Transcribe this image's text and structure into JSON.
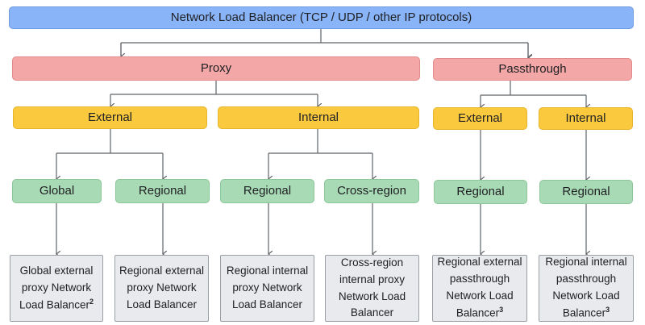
{
  "root": {
    "label": "Network Load Balancer (TCP / UDP / other IP protocols)"
  },
  "categories": {
    "proxy": {
      "label": "Proxy"
    },
    "passthrough": {
      "label": "Passthrough"
    }
  },
  "scopes": {
    "proxy_external": "External",
    "proxy_internal": "Internal",
    "pass_external": "External",
    "pass_internal": "Internal"
  },
  "regions": {
    "proxy_ext_global": "Global",
    "proxy_ext_regional": "Regional",
    "proxy_int_regional": "Regional",
    "proxy_int_cross": "Cross-region",
    "pass_ext_regional": "Regional",
    "pass_int_regional": "Regional"
  },
  "leaves": {
    "global_external_proxy": {
      "label": "Global external proxy Network Load Balancer",
      "note": "2"
    },
    "regional_external_proxy": {
      "label": "Regional external proxy Network Load Balancer"
    },
    "regional_internal_proxy": {
      "label": "Regional internal proxy Network Load Balancer"
    },
    "cross_region_internal_proxy": {
      "label": "Cross-region internal proxy Network Load Balancer"
    },
    "regional_external_passthrough": {
      "label": "Regional external passthrough Network Load Balancer",
      "note": "3"
    },
    "regional_internal_passthrough": {
      "label": "Regional internal passthrough Network Load Balancer",
      "note": "3"
    }
  },
  "colors": {
    "root": "#8ab4f8",
    "category": "#f4a7a7",
    "scope": "#fbc93d",
    "region": "#a8dab5",
    "leaf": "#e8eaed",
    "connector": "#5f6368"
  }
}
